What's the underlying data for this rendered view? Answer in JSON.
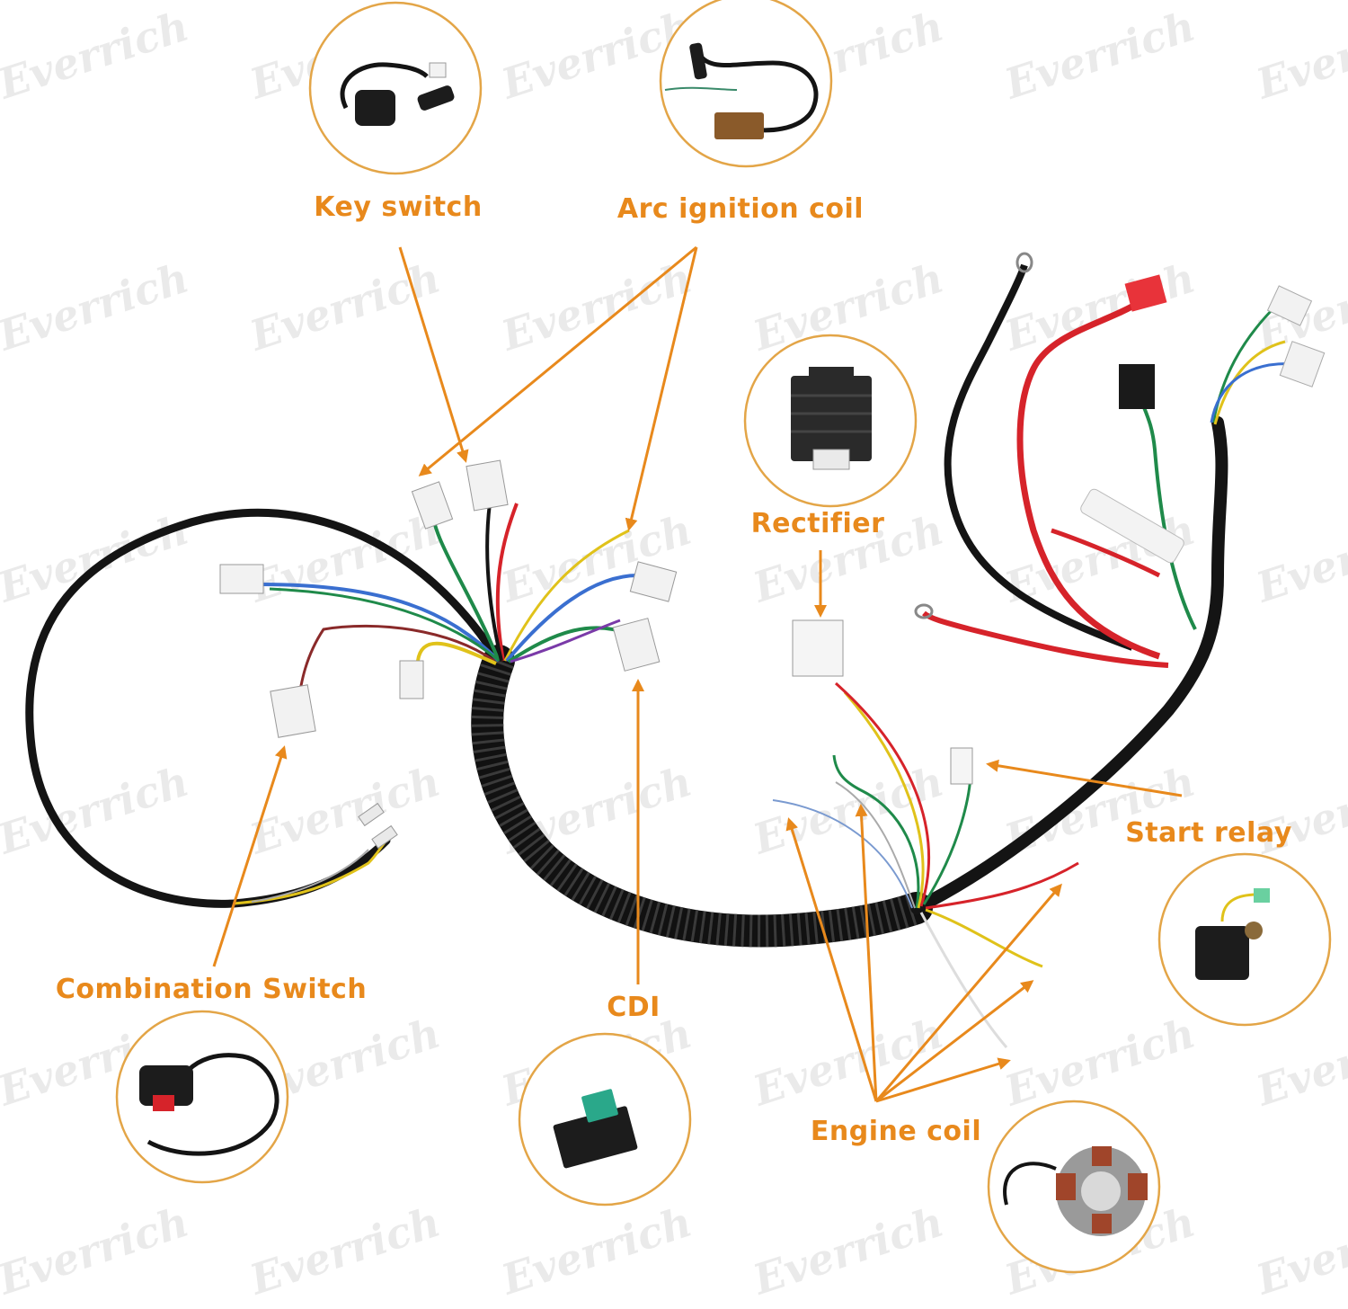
{
  "colors": {
    "label": "#e8891c",
    "circle_border": "#e3a547",
    "harness": "#141414",
    "watermark": "#d9d9d9"
  },
  "watermark": "Everrich",
  "labels": {
    "key_switch": "Key switch",
    "arc_ignition_coil": "Arc ignition coil",
    "rectifier": "Rectifier",
    "start_relay": "Start relay",
    "combination_switch": "Combination Switch",
    "cdi": "CDI",
    "engine_coil": "Engine coil"
  }
}
